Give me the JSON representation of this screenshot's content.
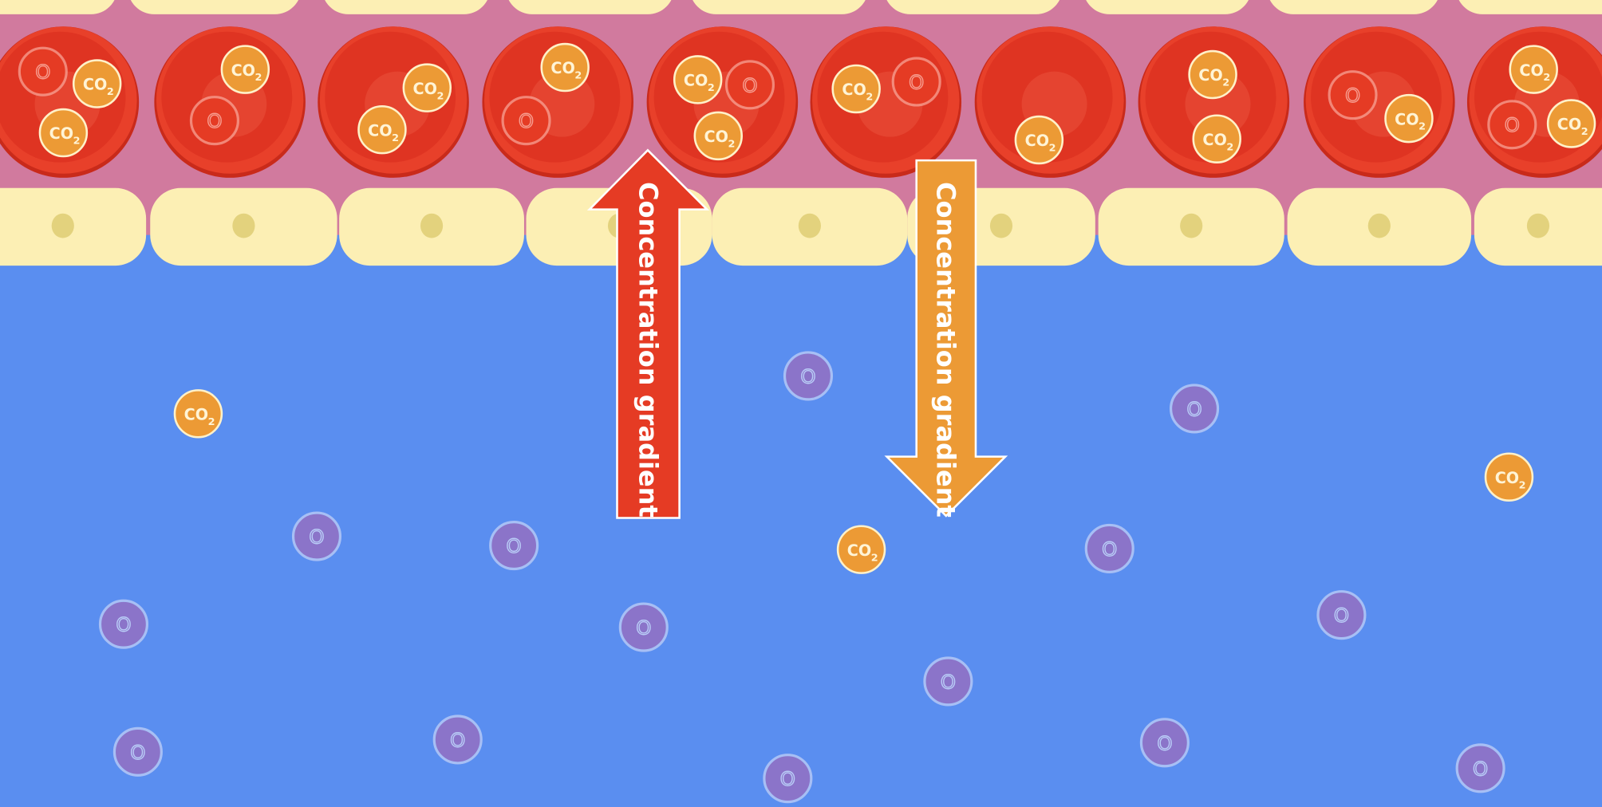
{
  "labels": {
    "co2_main": "CO",
    "co2_sub": "2",
    "o2": "O"
  },
  "arrows": [
    {
      "id": "oxygen-gradient",
      "direction": "up",
      "label": "Concentration gradient",
      "color": "#e53b24"
    },
    {
      "id": "co2-gradient",
      "direction": "down",
      "label": "Concentration gradient",
      "color": "#ec9a35"
    }
  ],
  "colors": {
    "plasma": "#d17a9e",
    "tissue_fluid": "#5a8ef0",
    "capillary_wall_cell": "#fcefb4",
    "cell_nucleus": "#e3d27d",
    "red_blood_cell": "#e53b24",
    "co2_molecule": "#ec9a35",
    "o2_molecule_free": "#8b74c9"
  },
  "red_blood_cells": [
    {
      "contents": [
        "o2",
        "co2",
        "co2"
      ]
    },
    {
      "contents": [
        "co2",
        "o2"
      ]
    },
    {
      "contents": [
        "co2",
        "co2"
      ]
    },
    {
      "contents": [
        "co2",
        "o2"
      ]
    },
    {
      "contents": [
        "co2",
        "o2",
        "co2"
      ]
    },
    {
      "contents": [
        "co2",
        "o2"
      ]
    },
    {
      "contents": [
        "co2"
      ]
    },
    {
      "contents": [
        "co2",
        "co2"
      ]
    },
    {
      "contents": [
        "o2",
        "co2"
      ]
    },
    {
      "contents": [
        "co2",
        "o2",
        "co2"
      ]
    }
  ],
  "tissue_molecules": {
    "co2_count": 3,
    "o2_count": 14
  }
}
